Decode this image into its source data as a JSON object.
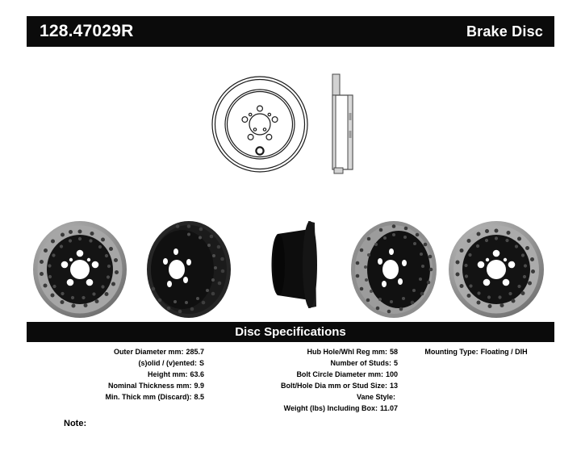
{
  "header": {
    "part_number": "128.47029R",
    "product_type": "Brake Disc"
  },
  "illustrations": {
    "face_view": "rotor-face-line-drawing",
    "profile_view": "rotor-cross-section-line-drawing",
    "photos": [
      {
        "name": "rotor-front-drilled-photo"
      },
      {
        "name": "rotor-angled-left-photo"
      },
      {
        "name": "rotor-edge-profile-photo"
      },
      {
        "name": "rotor-angled-right-photo"
      },
      {
        "name": "rotor-rear-drilled-photo"
      }
    ]
  },
  "specifications": {
    "title": "Disc Specifications",
    "left_column": [
      {
        "label": "Outer Diameter mm:",
        "value": "285.7"
      },
      {
        "label": "(s)olid / (v)ented:",
        "value": "S"
      },
      {
        "label": "Height mm:",
        "value": "63.6"
      },
      {
        "label": "Nominal Thickness mm:",
        "value": "9.9"
      },
      {
        "label": "Min. Thick mm (Discard):",
        "value": "8.5"
      }
    ],
    "middle_column": [
      {
        "label": "Hub Hole/Whl Reg mm:",
        "value": "58"
      },
      {
        "label": "Number of Studs:",
        "value": "5"
      },
      {
        "label": "Bolt Circle Diameter mm:",
        "value": "100"
      },
      {
        "label": "Bolt/Hole Dia mm or Stud Size:",
        "value": "13"
      },
      {
        "label": "Vane Style:",
        "value": ""
      },
      {
        "label": "Weight (lbs) Including Box:",
        "value": "11.07"
      }
    ],
    "right_column": [
      {
        "label": "Mounting Type:",
        "value": "Floating / DIH"
      }
    ]
  },
  "note": {
    "label": "Note:",
    "value": ""
  },
  "colors": {
    "bar_background": "#0b0b0b",
    "bar_text": "#ffffff",
    "page_background": "#ffffff",
    "rotor_ring": "#8d8d8d",
    "rotor_hat": "#101010"
  }
}
